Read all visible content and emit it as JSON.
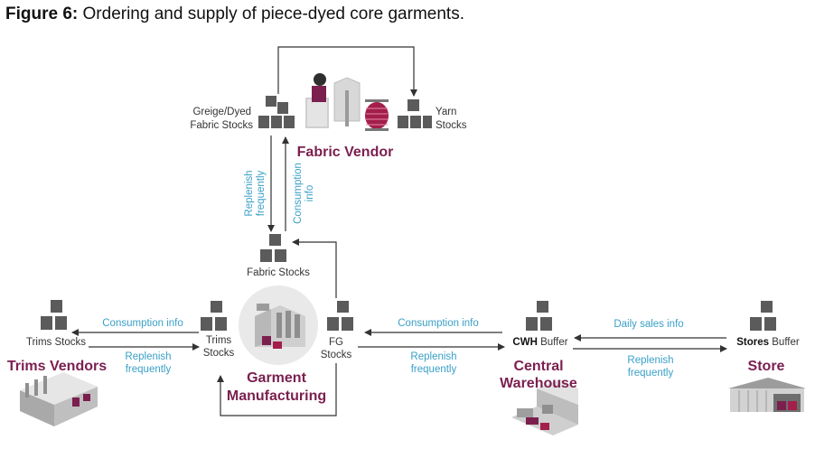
{
  "figure": {
    "label": "Figure 6:",
    "caption": "Ordering and supply of piece-dyed core garments."
  },
  "colors": {
    "accent": "#7b1f4f",
    "info": "#3aa0c7",
    "box": "#5b5b5b",
    "arrow": "#333333"
  },
  "nodes": {
    "fabric_vendor": "Fabric Vendor",
    "trims_vendors": "Trims Vendors",
    "garment_manufacturing": [
      "Garment",
      "Manufacturing"
    ],
    "central_warehouse": [
      "Central",
      "Warehouse"
    ],
    "store": "Store"
  },
  "stocks": {
    "greige": [
      "Greige/Dyed",
      "Fabric Stocks"
    ],
    "yarn": [
      "Yarn",
      "Stocks"
    ],
    "fabric": "Fabric Stocks",
    "trims_vendor": "Trims Stocks",
    "trims_factory": [
      "Trims",
      "Stocks"
    ],
    "fg": [
      "FG",
      "Stocks"
    ],
    "cwh_bold": "CWH",
    "cwh_rest": " Buffer",
    "stores_bold": "Stores",
    "stores_rest": " Buffer"
  },
  "flows": {
    "replenish_vertical": [
      "Replenish",
      "frequently"
    ],
    "consumption_vertical": [
      "Consumption",
      "info"
    ],
    "consumption_trims": "Consumption info",
    "replenish_trims": [
      "Replenish",
      "frequently"
    ],
    "consumption_cwh": "Consumption info",
    "replenish_cwh": [
      "Replenish",
      "frequently"
    ],
    "daily_sales": "Daily sales info",
    "replenish_store": [
      "Replenish",
      "frequently"
    ]
  },
  "icons": [
    "stock-boxes-icon",
    "fabric-vendor-illustration",
    "trims-factory-illustration",
    "garment-factory-illustration",
    "warehouse-illustration",
    "store-illustration"
  ]
}
